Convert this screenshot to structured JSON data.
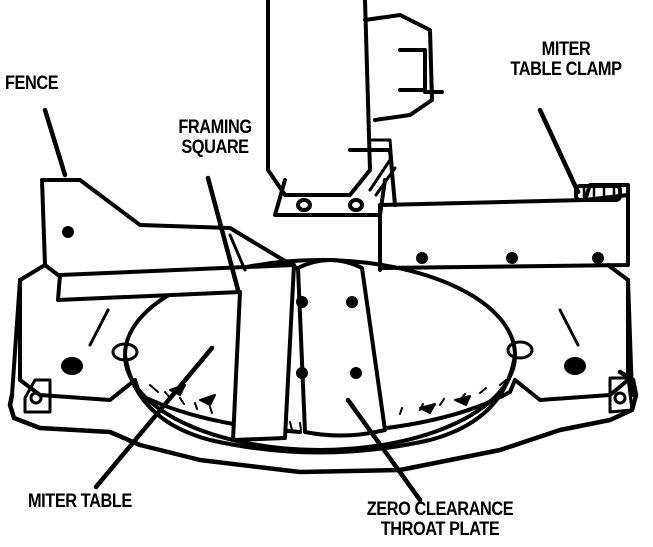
{
  "labels": {
    "fence": "FENCE",
    "framing_square": [
      "FRAMING",
      "SQUARE"
    ],
    "miter_table_clamp": [
      "MITER",
      "TABLE CLAMP"
    ],
    "miter_table": "MITER TABLE",
    "zero_clearance_throat_plate": [
      "ZERO CLEARANCE",
      "THROAT PLATE"
    ]
  },
  "colors": {
    "ink": "#000000",
    "paper": "#ffffff"
  }
}
